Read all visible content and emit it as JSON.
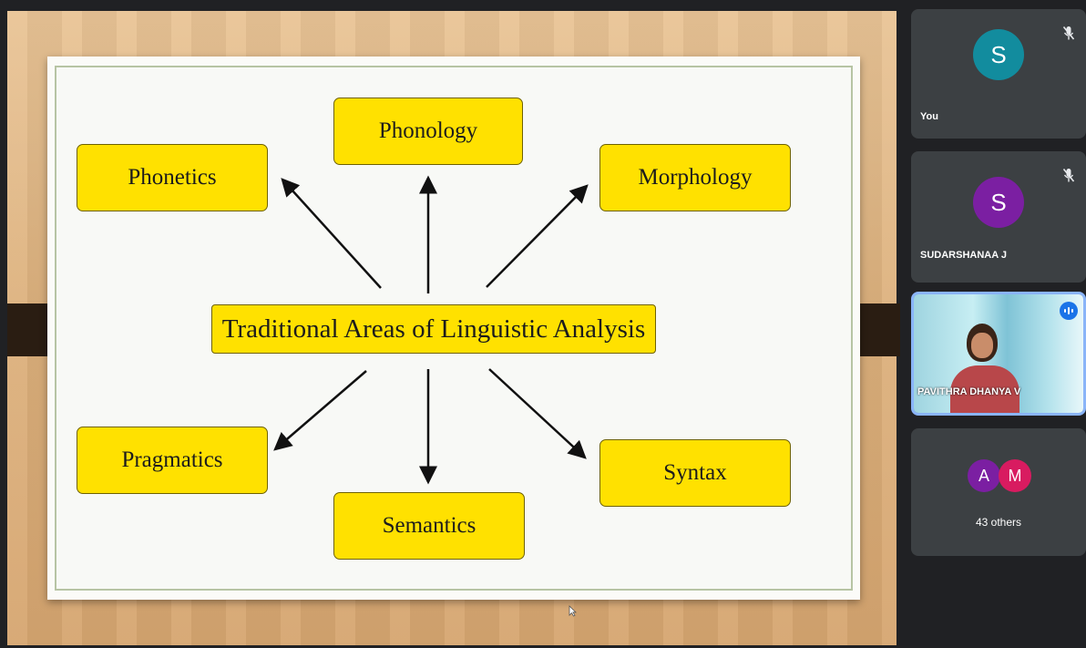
{
  "slide": {
    "center": "Traditional Areas of Linguistic Analysis",
    "areas": {
      "phonology": "Phonology",
      "phonetics": "Phonetics",
      "morphology": "Morphology",
      "pragmatics": "Pragmatics",
      "syntax": "Syntax",
      "semantics": "Semantics"
    }
  },
  "participants": {
    "you": {
      "initial": "S",
      "name": "You",
      "color": "#128c9e"
    },
    "sudarshanaa": {
      "initial": "S",
      "name": "SUDARSHANAA J",
      "color": "#7b1fa2"
    },
    "pavithra": {
      "name": "PAVITHRA DHANYA V"
    },
    "others": {
      "initials": [
        "A",
        "M"
      ],
      "colors": [
        "#7b1fa2",
        "#d81b60"
      ],
      "label": "43 others"
    }
  },
  "icons": [
    "mic-off-icon",
    "speaking-indicator-icon",
    "cursor-icon"
  ]
}
